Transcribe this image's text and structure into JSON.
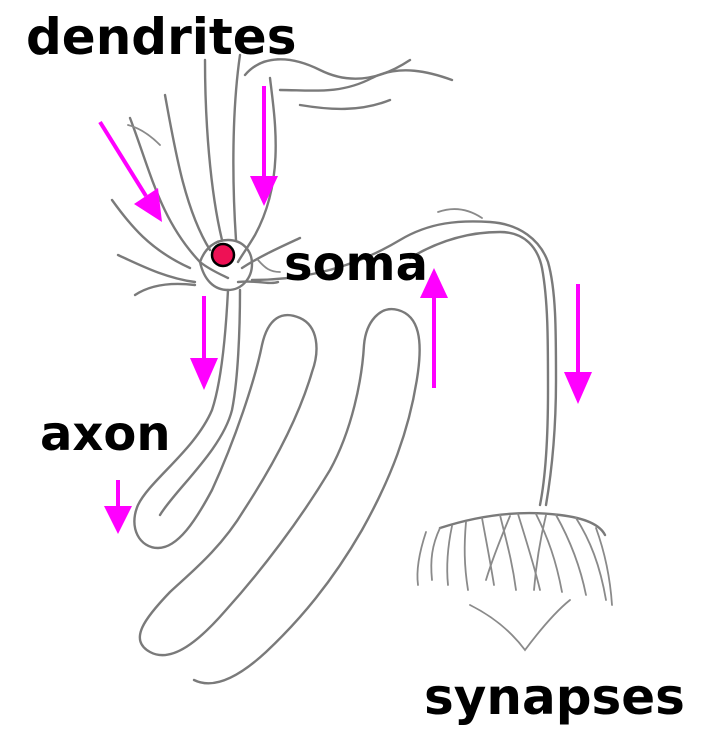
{
  "labels": {
    "dendrites": "dendrites",
    "soma": "soma",
    "axon": "axon",
    "synapses": "synapses"
  },
  "colors": {
    "arrow": "#ff00ff",
    "soma_fill": "#ee1155",
    "fiber": "#7a7a7a",
    "text": "#000000"
  }
}
